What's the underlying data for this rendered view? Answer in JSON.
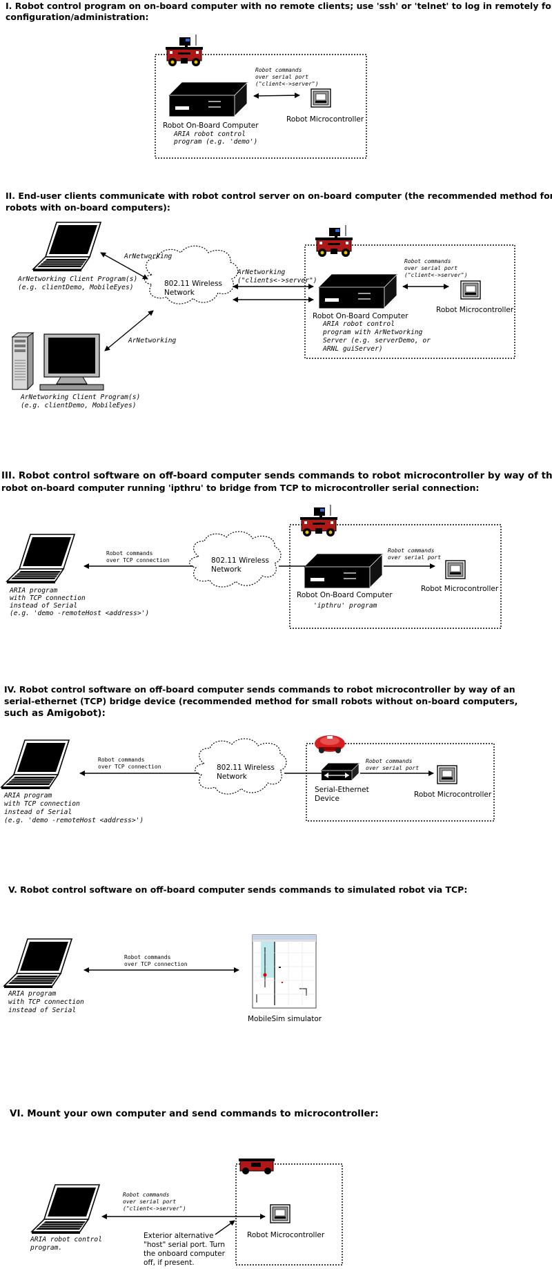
{
  "sections": {
    "s1": {
      "title_line1": "I. Robot control program on on-board computer with no remote clients; use 'ssh' or 'telnet' to log in remotely for",
      "title_line2": "configuration/administration:",
      "serial_note": [
        "Robot commands",
        "over serial port",
        "(\"client<->server\")"
      ],
      "computer_label": "Robot On-Board Computer",
      "computer_sub": [
        "ARIA robot control",
        "program (e.g. 'demo')"
      ],
      "micro_label": "Robot Microcontroller"
    },
    "s2": {
      "title_line1": "II. End-user clients communicate with robot control server on on-board computer (the recommended method for",
      "title_line2": "robots with on-board computers):",
      "arnet1": "ArNetworking",
      "arnet2": "ArNetworking",
      "arnet3": "ArNetworking",
      "clients_server": "(\"clients<->server\")",
      "laptop_label": [
        "ArNetworking Client Program(s)",
        "(e.g. clientDemo, MobileEyes)"
      ],
      "desktop_label": [
        "ArNetworking Client Program(s)",
        "(e.g. clientDemo, MobileEyes)"
      ],
      "cloud_label": [
        "802.11 Wireless",
        "Network"
      ],
      "serial_note": [
        "Robot commands",
        "over serial port",
        "(\"client<->server\")"
      ],
      "computer_label": "Robot On-Board Computer",
      "computer_sub": [
        "ARIA robot control",
        "program with ArNetworking",
        "Server (e.g. serverDemo, or",
        "ARNL guiServer)"
      ],
      "micro_label": "Robot Microcontroller"
    },
    "s3": {
      "title_line1": "III. Robot control software on off-board computer sends commands to robot microcontroller by way of the",
      "title_line2": "robot on-board computer running 'ipthru' to bridge from TCP to microcontroller serial connection:",
      "tcp_note": [
        "Robot commands",
        "over TCP connection"
      ],
      "cloud_label": [
        "802.11 Wireless",
        "Network"
      ],
      "serial_note": [
        "Robot commands",
        "over serial port"
      ],
      "laptop_label": [
        "ARIA program",
        "with TCP connection",
        "instead of Serial",
        "(e.g. 'demo -remoteHost <address>')"
      ],
      "computer_label": "Robot On-Board Computer",
      "computer_sub": "'ipthru' program",
      "micro_label": "Robot Microcontroller"
    },
    "s4": {
      "title_line1": "IV. Robot control software on off-board computer sends commands to robot microcontroller by way of an",
      "title_line2": "serial-ethernet (TCP) bridge device (recommended method for small robots without on-board computers,",
      "title_line3": "such as Amigobot):",
      "tcp_note": [
        "Robot commands",
        "over TCP connection"
      ],
      "cloud_label": [
        "802.11 Wireless",
        "Network"
      ],
      "serial_note": [
        "Robot commands",
        "over serial port"
      ],
      "laptop_label": [
        "ARIA program",
        "with TCP connection",
        "instead of Serial",
        "(e.g. 'demo -remoteHost <address>')"
      ],
      "device_label": [
        "Serial-Ethernet",
        "Device"
      ],
      "micro_label": "Robot Microcontroller"
    },
    "s5": {
      "title": "V. Robot control software on off-board computer sends commands to simulated robot via TCP:",
      "tcp_note": [
        "Robot commands",
        "over TCP connection"
      ],
      "laptop_label": [
        "ARIA program",
        "with TCP connection",
        "instead of Serial"
      ],
      "sim_label": "MobileSim simulator"
    },
    "s6": {
      "title": "VI. Mount your own computer and send commands to microcontroller:",
      "serial_note": [
        "Robot commands",
        "over serial port",
        "(\"client<->server\")"
      ],
      "laptop_label": [
        "ARIA robot control",
        "program."
      ],
      "micro_label": "Robot Microcontroller",
      "host_note": [
        "Exterior alternative",
        "\"host\" serial port. Turn",
        "the onboard computer",
        "off, if present."
      ]
    }
  },
  "colors": {
    "robot_red": "#b01818",
    "amigo_red": "#d42020",
    "sim_cyan": "#bfe8ec",
    "screen_black": "#000000"
  }
}
